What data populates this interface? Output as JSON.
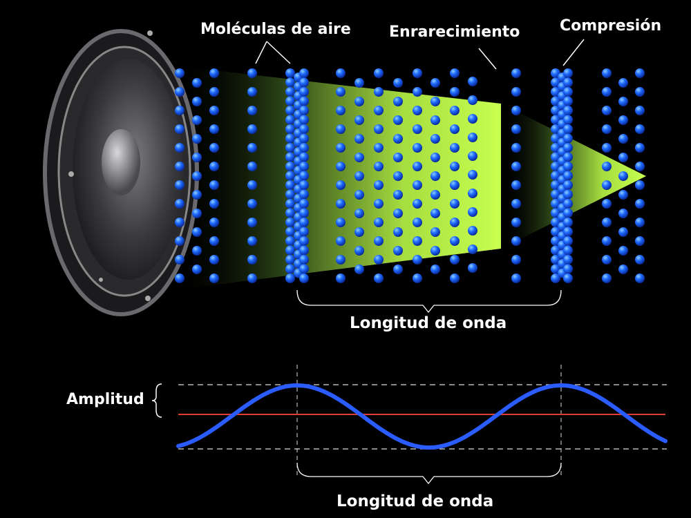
{
  "labels": {
    "air_molecules": "Moléculas de aire",
    "rarefaction": "Enrarecimiento",
    "compression": "Compresión",
    "wavelength_top": "Longitud de onda",
    "amplitude": "Amplitud",
    "wavelength_bottom": "Longitud de onda"
  },
  "colors": {
    "background": "#000000",
    "molecule": "#1e63ff",
    "wave": "#2a5cff",
    "baseline": "#e0402a",
    "arrow_tip": "#b4f03c",
    "text": "#ffffff"
  }
}
